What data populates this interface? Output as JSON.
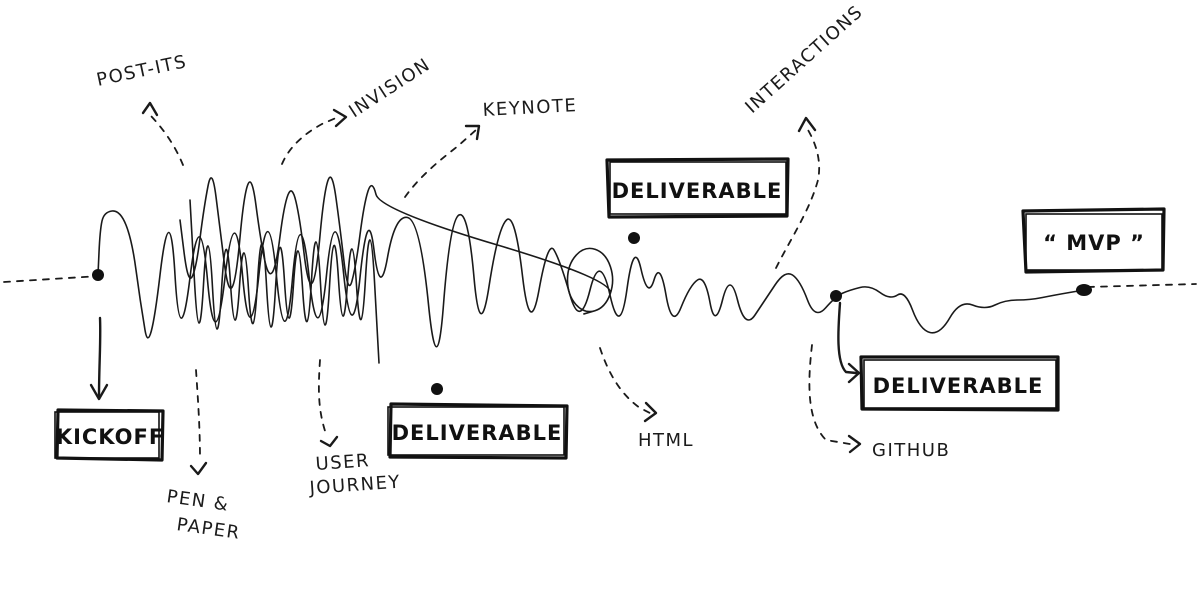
{
  "labels": {
    "post_its": "POST-ITS",
    "invision": "INVISION",
    "keynote": "KEYNOTE",
    "interactions": "INTERACTIONS",
    "kickoff": "KICKOFF",
    "pen_paper_line1": "PEN &",
    "pen_paper_line2": "PAPER",
    "user_journey_line1": "USER",
    "user_journey_line2": "JOURNEY",
    "deliverable_1": "DELIVERABLE",
    "deliverable_2": "DELIVERABLE",
    "deliverable_3": "DELIVERABLE",
    "html": "HTML",
    "github": "GITHUB",
    "mvp": "“ MVP ”"
  }
}
